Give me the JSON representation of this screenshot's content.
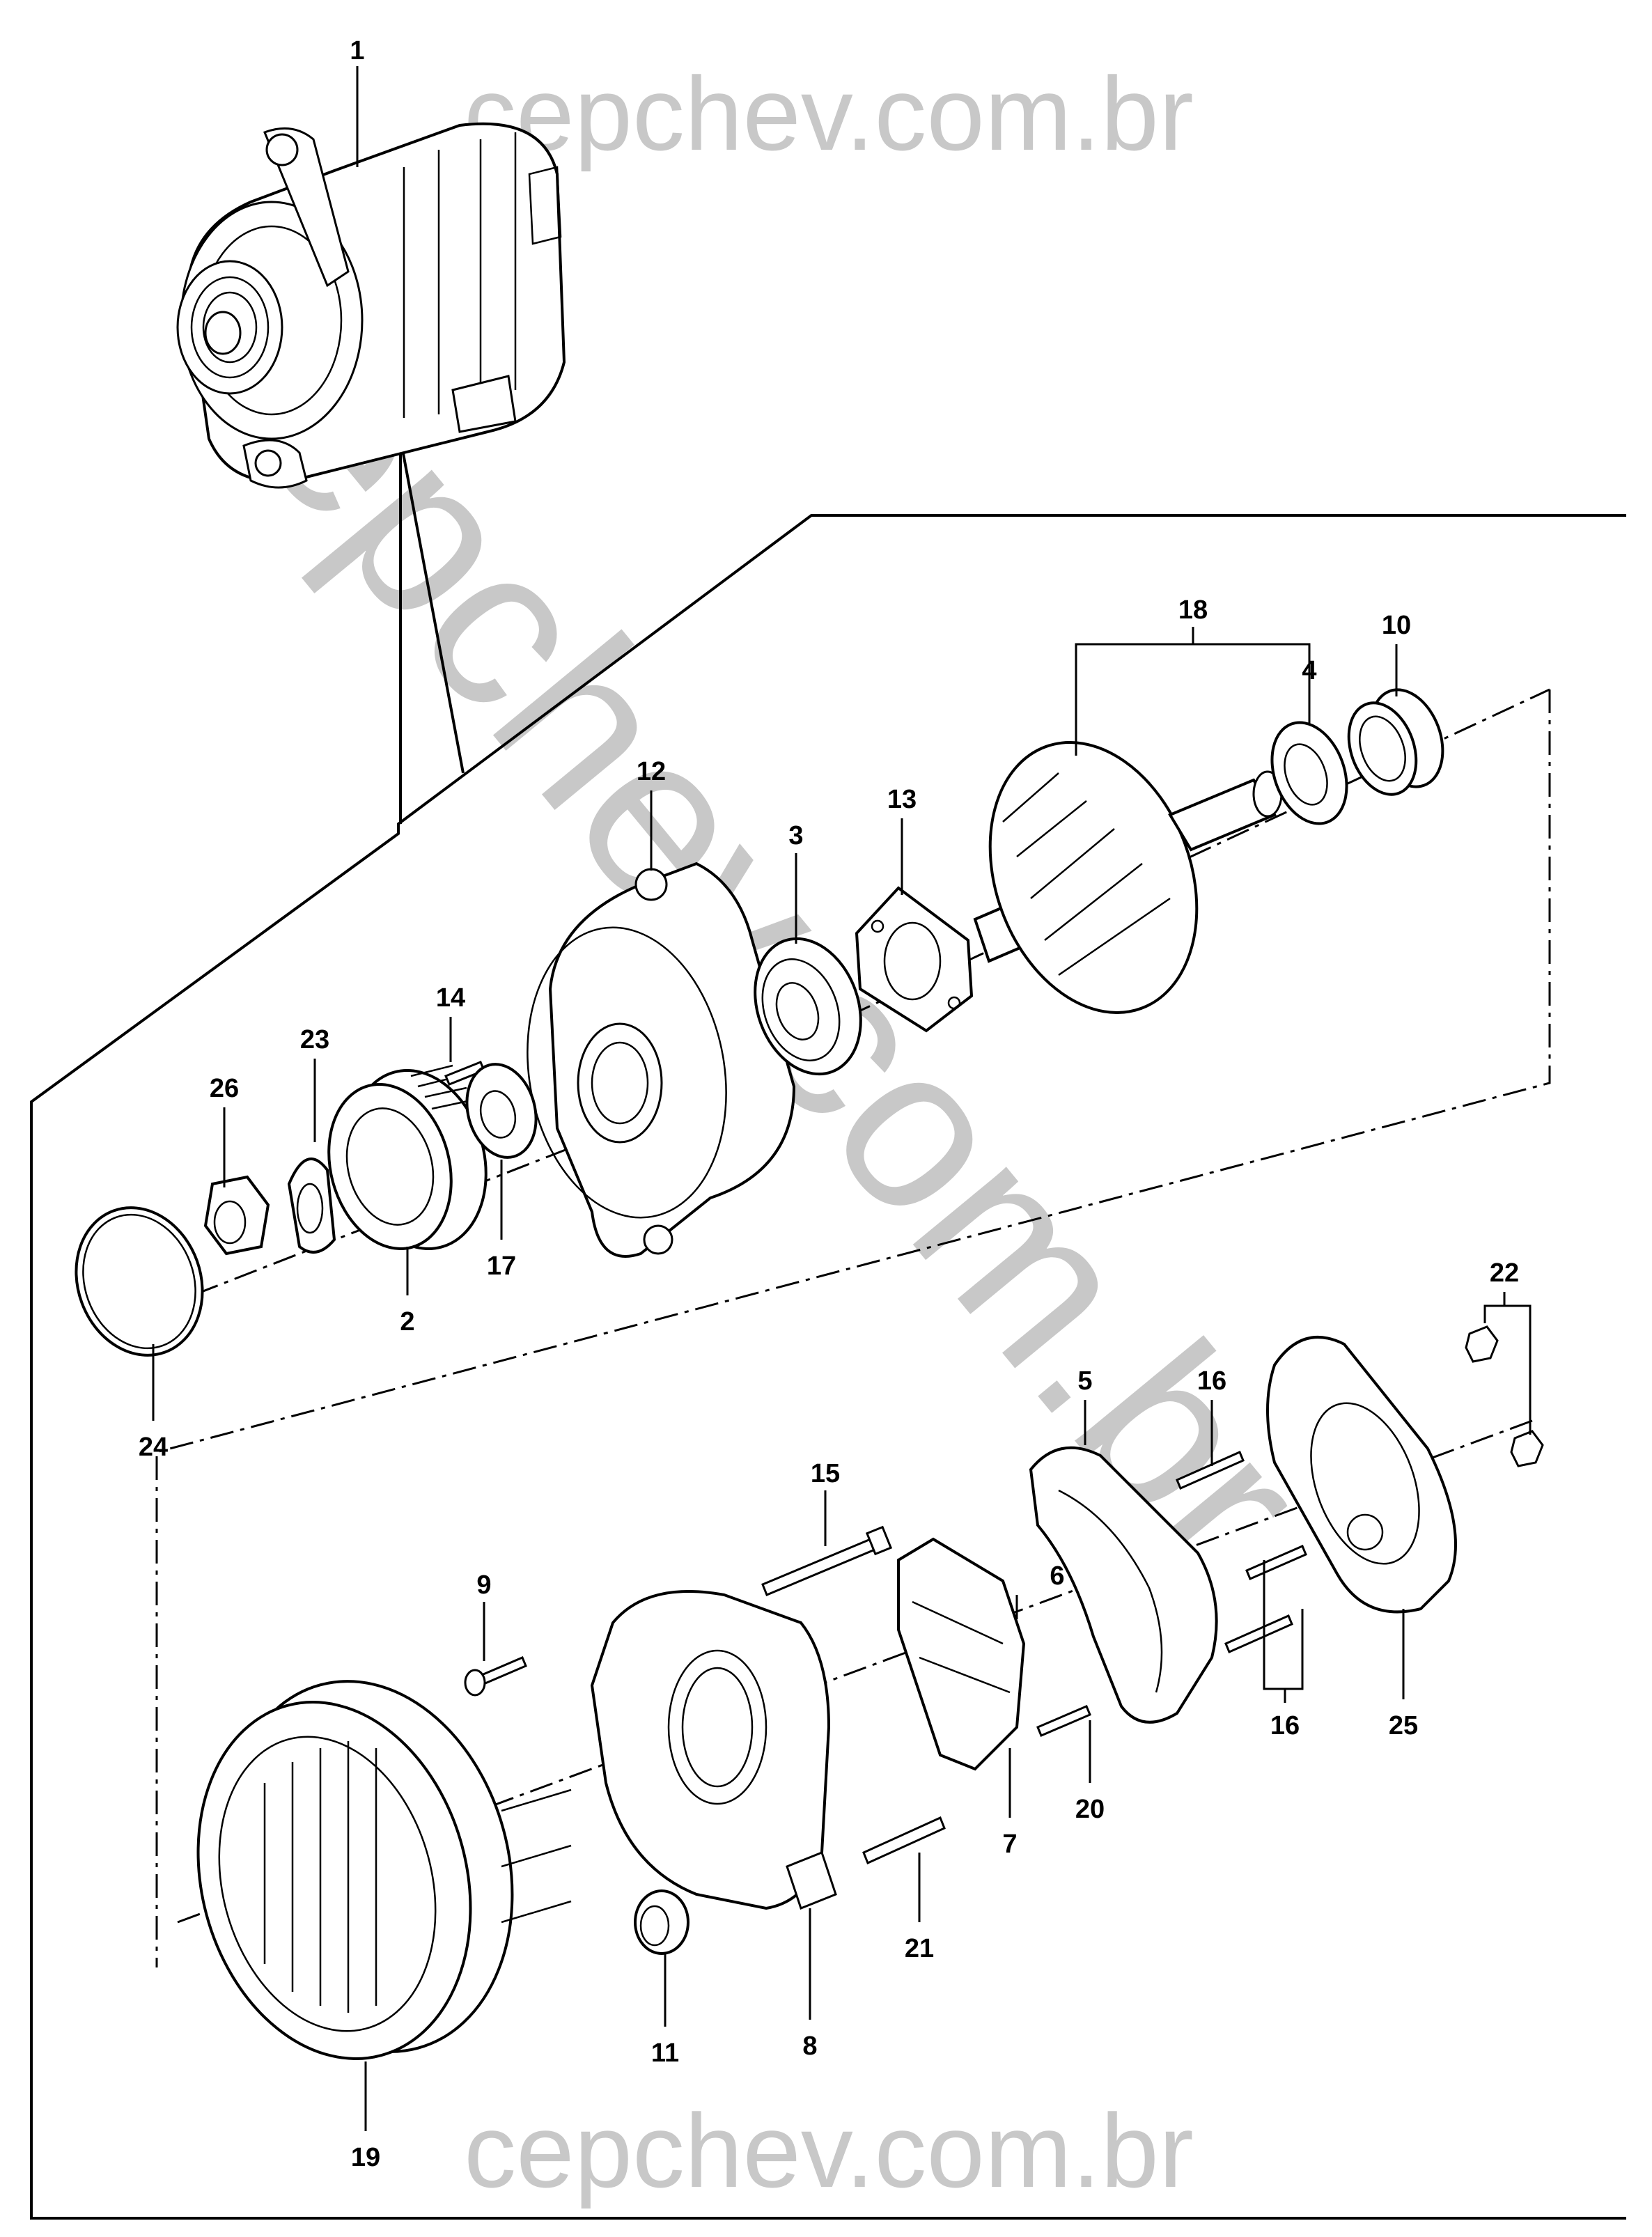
{
  "watermark": {
    "top": "cepchev.com.br",
    "bottom": "cepchev.com.br",
    "diagonal": "cepchev.com.br"
  },
  "callouts": [
    {
      "id": "1",
      "label": "1"
    },
    {
      "id": "2",
      "label": "2"
    },
    {
      "id": "3",
      "label": "3"
    },
    {
      "id": "4",
      "label": "4"
    },
    {
      "id": "5",
      "label": "5"
    },
    {
      "id": "6",
      "label": "6"
    },
    {
      "id": "7",
      "label": "7"
    },
    {
      "id": "8",
      "label": "8"
    },
    {
      "id": "9",
      "label": "9"
    },
    {
      "id": "10",
      "label": "10"
    },
    {
      "id": "11",
      "label": "11"
    },
    {
      "id": "12",
      "label": "12"
    },
    {
      "id": "13",
      "label": "13"
    },
    {
      "id": "14",
      "label": "14"
    },
    {
      "id": "15",
      "label": "15"
    },
    {
      "id": "16a",
      "label": "16"
    },
    {
      "id": "16b",
      "label": "16"
    },
    {
      "id": "17",
      "label": "17"
    },
    {
      "id": "18",
      "label": "18"
    },
    {
      "id": "19",
      "label": "19"
    },
    {
      "id": "20",
      "label": "20"
    },
    {
      "id": "21",
      "label": "21"
    },
    {
      "id": "22",
      "label": "22"
    },
    {
      "id": "23",
      "label": "23"
    },
    {
      "id": "24",
      "label": "24"
    },
    {
      "id": "25",
      "label": "25"
    },
    {
      "id": "26",
      "label": "26"
    }
  ]
}
